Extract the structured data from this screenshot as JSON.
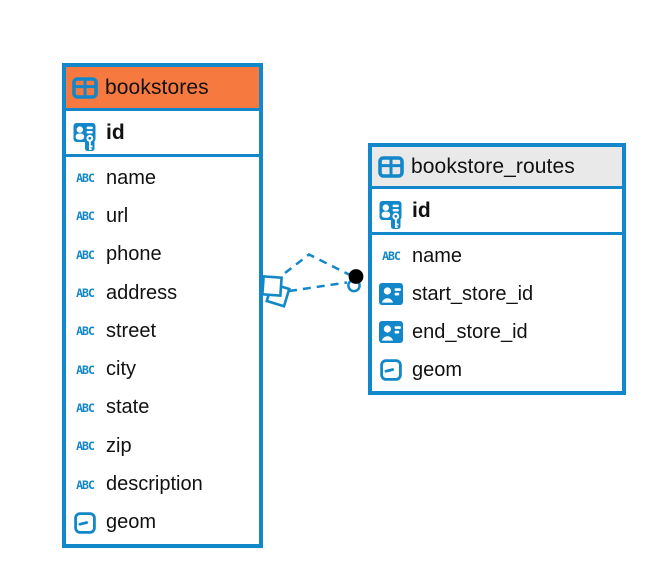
{
  "colors": {
    "accent": "#1287C9",
    "bookstores_header_bg": "#F6793F",
    "bookstore_routes_header_bg": "#E9E9E9",
    "endpoint_dot": "#000000"
  },
  "icon_glyphs": {
    "text": "ABC"
  },
  "tables": [
    {
      "title": "bookstores",
      "header_icon": "table-icon",
      "primary_key": {
        "label": "id",
        "icon": "pk-icon"
      },
      "fields": [
        {
          "label": "name",
          "icon": "text-icon"
        },
        {
          "label": "url",
          "icon": "text-icon"
        },
        {
          "label": "phone",
          "icon": "text-icon"
        },
        {
          "label": "address",
          "icon": "text-icon"
        },
        {
          "label": "street",
          "icon": "text-icon"
        },
        {
          "label": "city",
          "icon": "text-icon"
        },
        {
          "label": "state",
          "icon": "text-icon"
        },
        {
          "label": "zip",
          "icon": "text-icon"
        },
        {
          "label": "description",
          "icon": "text-icon"
        },
        {
          "label": "geom",
          "icon": "geom-icon"
        }
      ]
    },
    {
      "title": "bookstore_routes",
      "header_icon": "table-icon",
      "primary_key": {
        "label": "id",
        "icon": "pk-icon"
      },
      "fields": [
        {
          "label": "name",
          "icon": "text-icon"
        },
        {
          "label": "start_store_id",
          "icon": "fk-icon"
        },
        {
          "label": "end_store_id",
          "icon": "fk-icon"
        },
        {
          "label": "geom",
          "icon": "geom-icon"
        }
      ]
    }
  ],
  "relationships": [
    {
      "from_table": "bookstores",
      "to_table": "bookstore_routes",
      "line_style": "dashed"
    },
    {
      "from_table": "bookstores",
      "to_table": "bookstore_routes",
      "line_style": "dashed"
    }
  ]
}
